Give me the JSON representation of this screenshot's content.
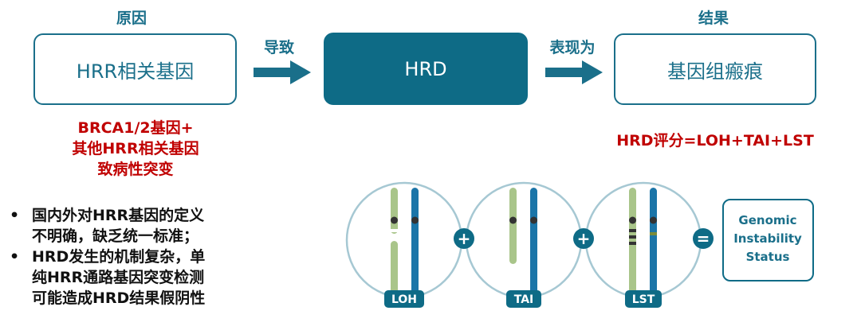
{
  "labels": {
    "cause_heading": "原因",
    "result_heading": "结果",
    "leads_to": "导致",
    "manifests_as": "表现为"
  },
  "boxes": {
    "hrr_genes": "HRR相关基因",
    "hrd": "HRD",
    "genomic_scar": "基因组瘢痕"
  },
  "notes": {
    "mutation_lines": [
      "BRCA1/2基因+",
      "其他HRR相关基因",
      "致病性突变"
    ],
    "score_formula": "HRD评分=LOH+TAI+LST"
  },
  "bullets": [
    {
      "marker": "•",
      "lines": [
        "国内外对HRR基因的定义",
        "不明确，缺乏统一标准；"
      ]
    },
    {
      "marker": "•",
      "lines": [
        "HRD发生的机制复杂，单",
        "纯HRR通路基因突变检测",
        "可能造成HRD结果假阴性"
      ]
    }
  ],
  "figure": {
    "tags": [
      "LOH",
      "TAI",
      "LST"
    ],
    "operators": [
      "+",
      "+",
      "="
    ],
    "result_lines": [
      "Genomic",
      "Instability",
      "Status"
    ],
    "colors": {
      "teal": "#0e6b86",
      "chrom_blue": "#1b75a8",
      "chrom_green": "#a9c58a",
      "ring": "#a6c8d3",
      "red": "#c00000"
    }
  }
}
